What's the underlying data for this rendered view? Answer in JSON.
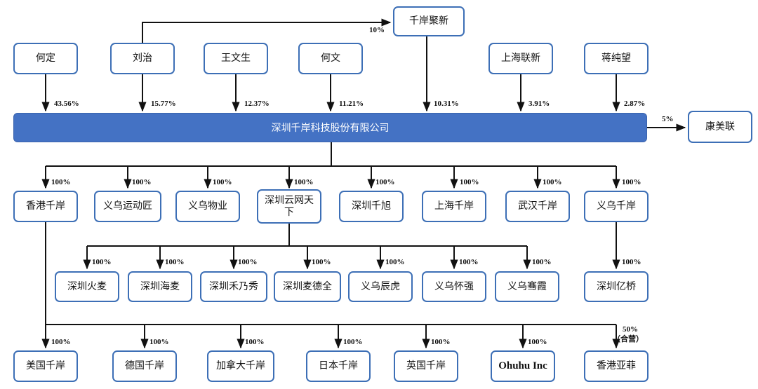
{
  "main_company": "深圳千岸科技股份有限公司",
  "top_holder": {
    "name": "千岸聚新",
    "pct": "10%"
  },
  "shareholders": [
    {
      "name": "何定",
      "pct": "43.56%"
    },
    {
      "name": "刘治",
      "pct": "15.77%"
    },
    {
      "name": "王文生",
      "pct": "12.37%"
    },
    {
      "name": "何文",
      "pct": "11.21%"
    },
    {
      "name": "千岸聚新",
      "pct": "10.31%"
    },
    {
      "name": "上海联新",
      "pct": "3.91%"
    },
    {
      "name": "蒋纯望",
      "pct": "2.87%"
    }
  ],
  "investee": {
    "name": "康美联",
    "pct": "5%"
  },
  "subsidiaries": [
    {
      "name": "香港千岸",
      "pct": "100%"
    },
    {
      "name": "义乌运动匠",
      "pct": "100%"
    },
    {
      "name": "义乌物业",
      "pct": "100%"
    },
    {
      "name": "深圳云网天下",
      "pct": "100%"
    },
    {
      "name": "深圳千旭",
      "pct": "100%"
    },
    {
      "name": "上海千岸",
      "pct": "100%"
    },
    {
      "name": "武汉千岸",
      "pct": "100%"
    },
    {
      "name": "义乌千岸",
      "pct": "100%"
    }
  ],
  "yunwang_subsidiaries": [
    {
      "name": "深圳火麦",
      "pct": "100%"
    },
    {
      "name": "深圳海麦",
      "pct": "100%"
    },
    {
      "name": "深圳禾乃秀",
      "pct": "100%"
    },
    {
      "name": "深圳麦德全",
      "pct": "100%"
    },
    {
      "name": "义乌辰虎",
      "pct": "100%"
    },
    {
      "name": "义乌怀强",
      "pct": "100%"
    },
    {
      "name": "义乌骞霞",
      "pct": "100%"
    }
  ],
  "yiwu_subsidiary": {
    "name": "深圳亿桥",
    "pct": "100%"
  },
  "hk_subsidiaries": [
    {
      "name": "美国千岸",
      "pct": "100%"
    },
    {
      "name": "德国千岸",
      "pct": "100%"
    },
    {
      "name": "加拿大千岸",
      "pct": "100%"
    },
    {
      "name": "日本千岸",
      "pct": "100%"
    },
    {
      "name": "英国千岸",
      "pct": "100%"
    },
    {
      "name": "Ohuhu Inc",
      "pct": "100%"
    },
    {
      "name": "香港亚菲",
      "pct": "50%",
      "note": "（合营）"
    }
  ]
}
